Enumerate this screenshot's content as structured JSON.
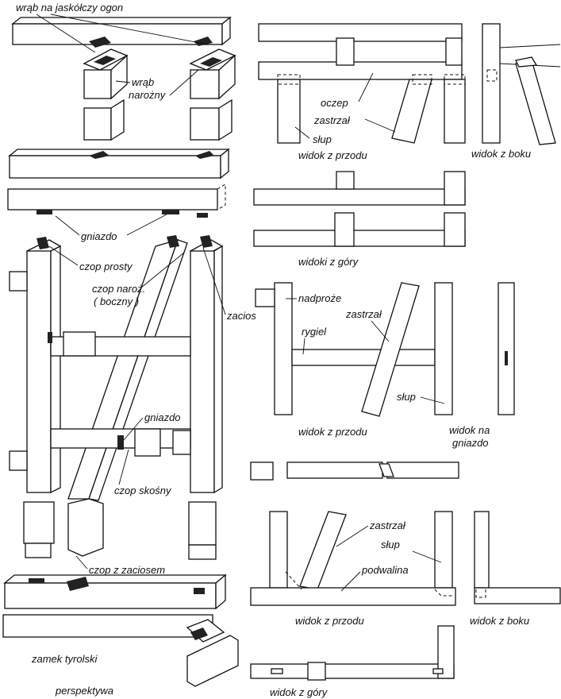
{
  "labels": {
    "wrab_jaskolczy": "wrąb na jaskółczy ogon",
    "wrab_narozny_1": "wrąb",
    "wrab_narozny_2": "narożny",
    "gniazdo_1": "gniazdo",
    "czop_prosty": "czop prosty",
    "czop_naroz_1": "czop naroż.",
    "czop_naroz_2": "( boczny )",
    "zacios": "zacios",
    "gniazdo_2": "gniazdo",
    "czop_skosny": "czop skośny",
    "czop_z_zaciosem": "czop z zaciosem",
    "zamek_tyrolski": "zamek tyrolski",
    "perspektywa": "perspektywa",
    "oczep": "oczep",
    "zastrzal_1": "zastrzał",
    "slup_1": "słup",
    "widok_z_przodu_1": "widok z przodu",
    "widok_z_boku_1": "widok z boku",
    "widoki_z_gory": "widoki z góry",
    "nadproze": "nadproże",
    "zastrzal_2": "zastrzał",
    "rygiel": "rygiel",
    "slup_2": "słup",
    "widok_z_przodu_2": "widok z przodu",
    "widok_na_gniazdo_1": "widok na",
    "widok_na_gniazdo_2": "gniazdo",
    "zastrzal_3": "zastrzał",
    "slup_3": "słup",
    "podwalina": "podwalina",
    "widok_z_przodu_3": "widok z przodu",
    "widok_z_boku_2": "widok z boku",
    "widok_z_gory": "widok z góry"
  }
}
